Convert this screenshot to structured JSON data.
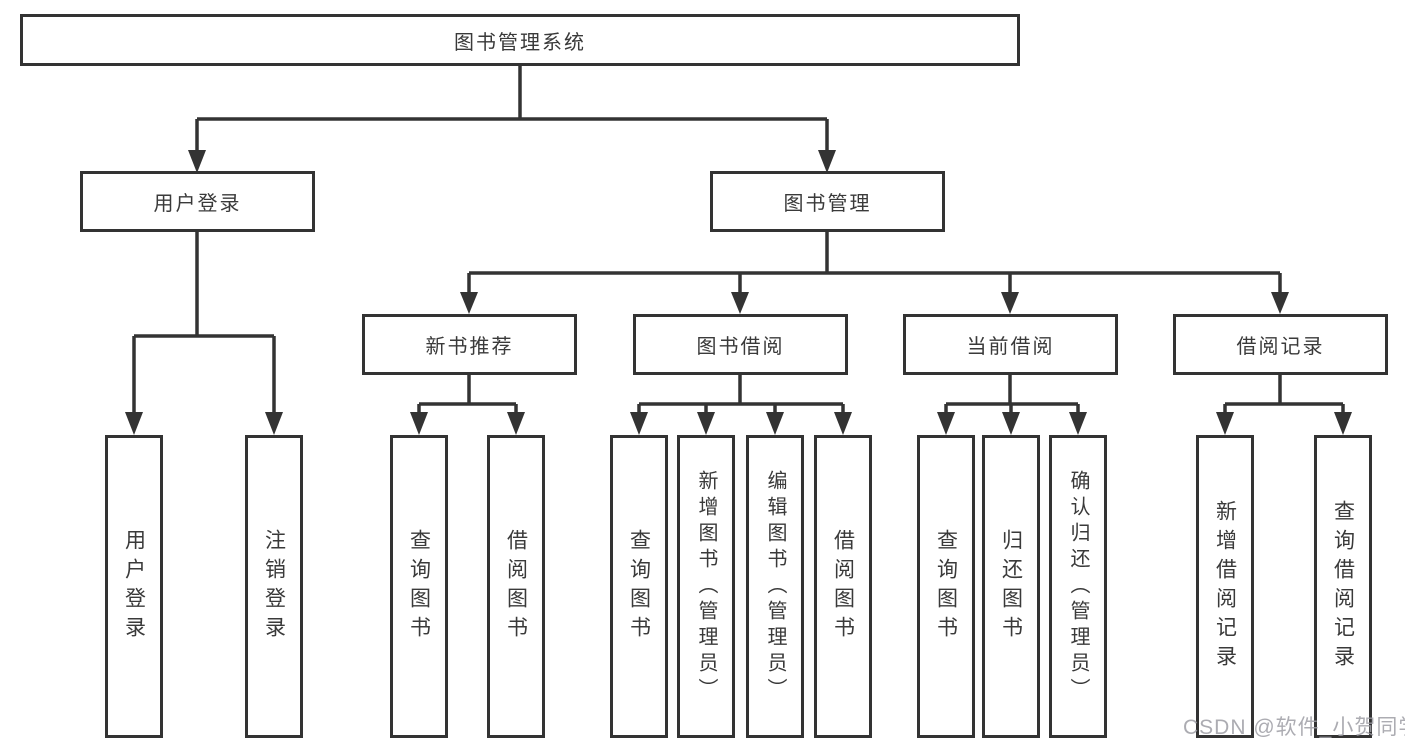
{
  "tree": {
    "label": "图书管理系统",
    "children": [
      {
        "label": "用户登录",
        "children": [
          {
            "label": "用户登录"
          },
          {
            "label": "注销登录"
          }
        ]
      },
      {
        "label": "图书管理",
        "children": [
          {
            "label": "新书推荐",
            "children": [
              {
                "label": "查询图书"
              },
              {
                "label": "借阅图书"
              }
            ]
          },
          {
            "label": "图书借阅",
            "children": [
              {
                "label": "查询图书"
              },
              {
                "label": "新增图书（管理员）"
              },
              {
                "label": "编辑图书（管理员）"
              },
              {
                "label": "借阅图书"
              }
            ]
          },
          {
            "label": "当前借阅",
            "children": [
              {
                "label": "查询图书"
              },
              {
                "label": "归还图书"
              },
              {
                "label": "确认归还（管理员）"
              }
            ]
          },
          {
            "label": "借阅记录",
            "children": [
              {
                "label": "新增借阅记录"
              },
              {
                "label": "查询借阅记录"
              }
            ]
          }
        ]
      }
    ]
  },
  "watermark": {
    "text": "CSDN @软件_小贺同学"
  },
  "colors": {
    "line": "#333333",
    "box_border": "#333333",
    "box_fill": "#ffffff",
    "text": "#3a3a3a",
    "watermark": "#9e9ea4"
  }
}
